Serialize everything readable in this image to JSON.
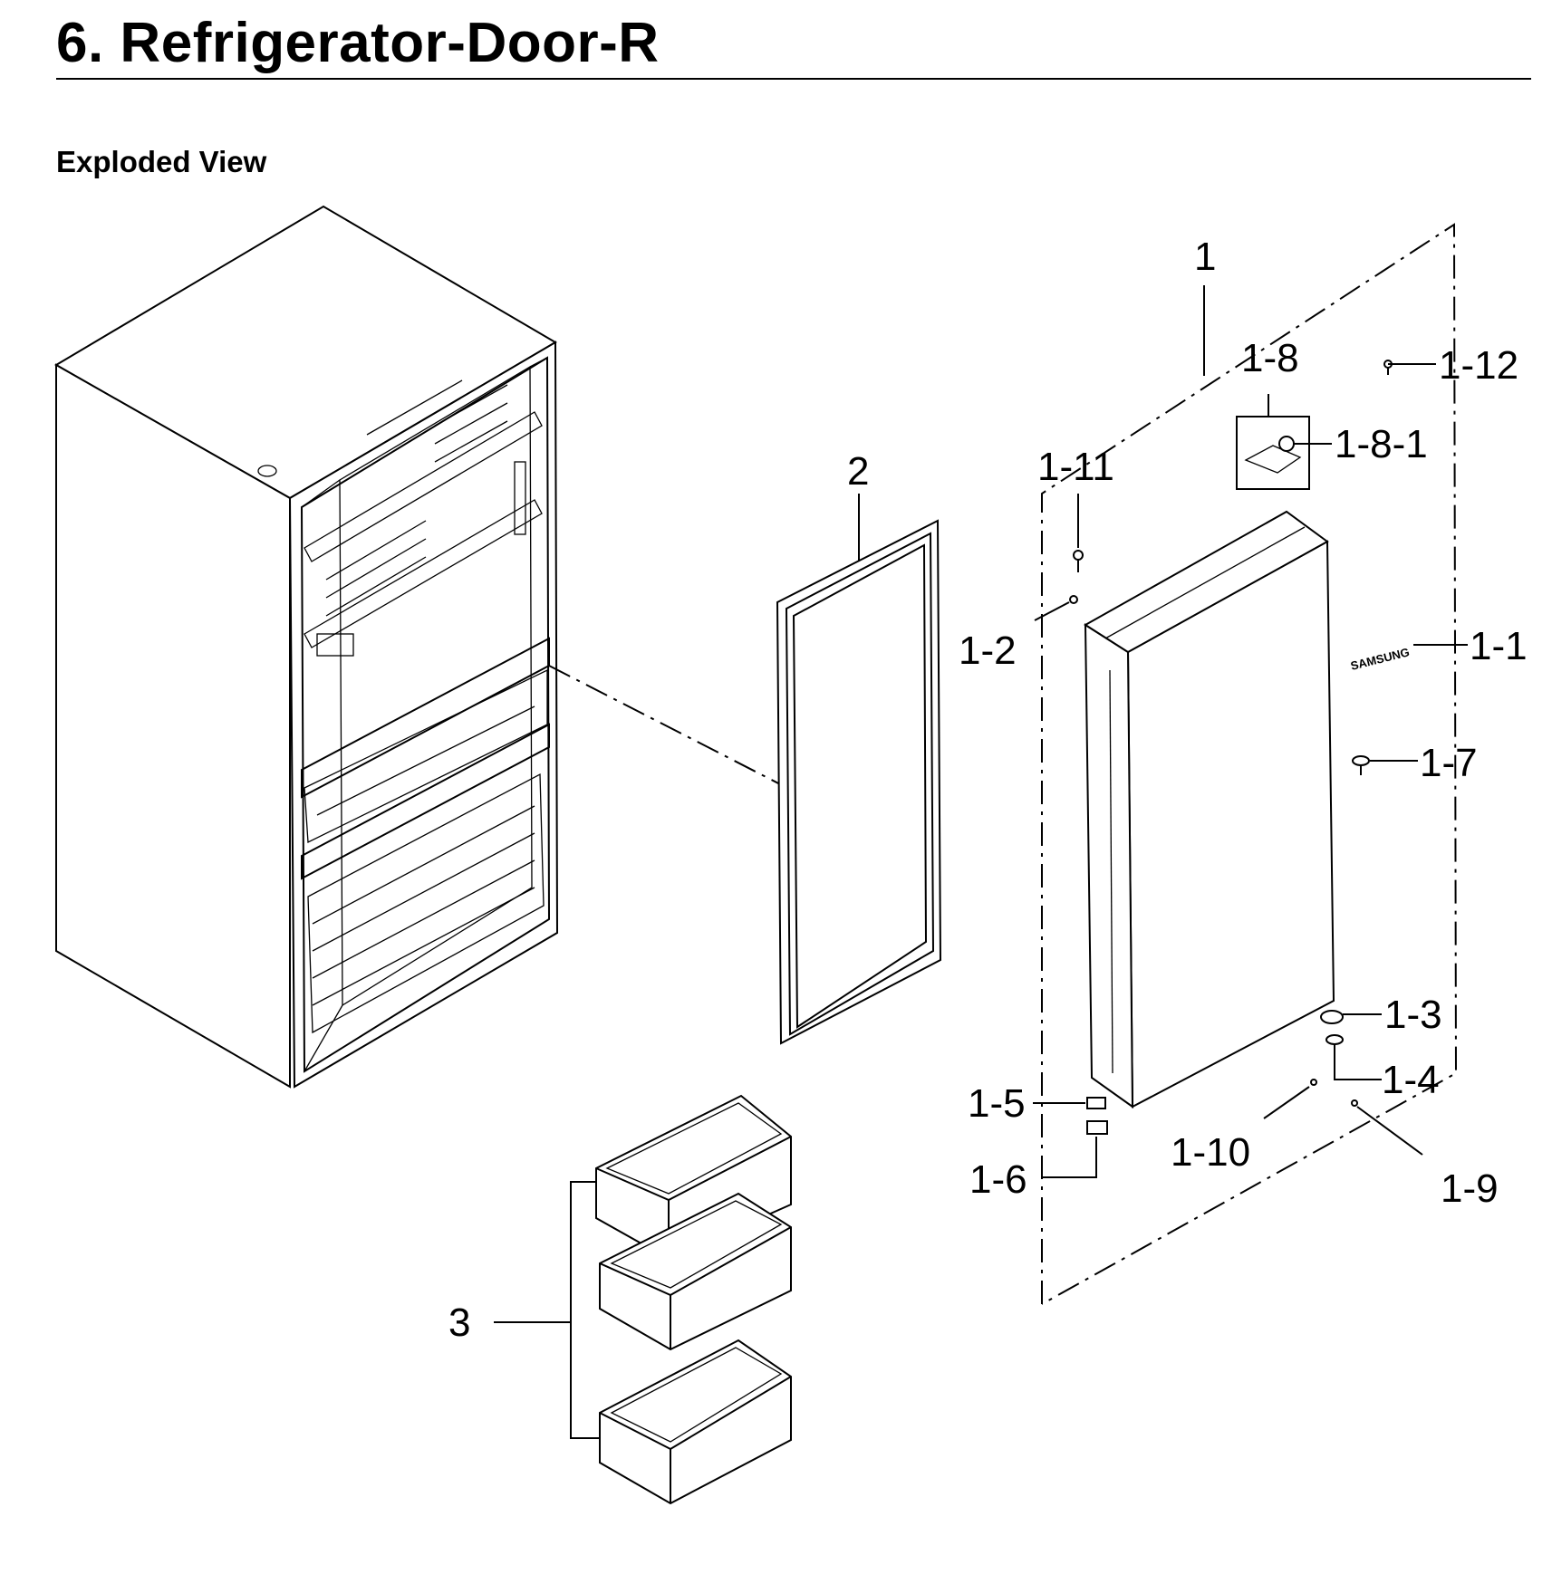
{
  "header": {
    "title": "6.  Refrigerator-Door-R",
    "subtitle": "Exploded View"
  },
  "door_logo_text": "SAMSUNG",
  "callouts": {
    "c1": "1",
    "c1_1": "1-1",
    "c1_2": "1-2",
    "c1_3": "1-3",
    "c1_4": "1-4",
    "c1_5": "1-5",
    "c1_6": "1-6",
    "c1_7": "1-7",
    "c1_8": "1-8",
    "c1_8_1": "1-8-1",
    "c1_9": "1-9",
    "c1_10": "1-10",
    "c1_11": "1-11",
    "c1_12": "1-12",
    "c2": "2",
    "c3": "3"
  }
}
